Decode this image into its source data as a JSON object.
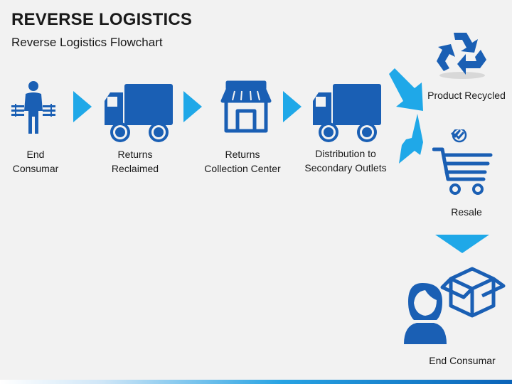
{
  "slide": {
    "title": "REVERSE LOGISTICS",
    "subtitle": "Reverse Logistics Flowchart"
  },
  "steps": [
    {
      "line1": "End",
      "line2": "Consumar",
      "icon": "shopper-icon"
    },
    {
      "line1": "Returns",
      "line2": "Reclaimed",
      "icon": "truck-icon"
    },
    {
      "line1": "Returns",
      "line2": "Collection Center",
      "icon": "store-icon"
    },
    {
      "line1": "Distribution to",
      "line2": "Secondary Outlets",
      "icon": "truck-icon"
    }
  ],
  "outcomes": {
    "recycled": {
      "label": "Product Recycled",
      "icon": "recycle-icon"
    },
    "resale": {
      "label": "Resale",
      "icon": "shopping-cart-icon"
    },
    "end": {
      "label": "End Consumar",
      "icon": "woman-with-box-icon"
    }
  },
  "colors": {
    "primary": "#1a5fb4",
    "arrow": "#1fa8e8"
  }
}
